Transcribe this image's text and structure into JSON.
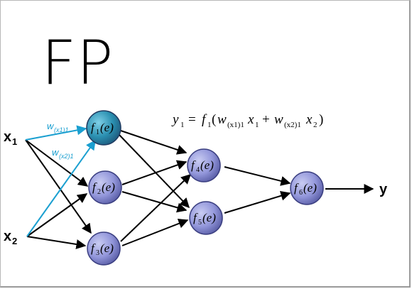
{
  "title": "FP",
  "formula": {
    "lhs": "y",
    "lhs_sub": "1",
    "eq": "=",
    "f": "f",
    "f_sub": "1",
    "open": "(",
    "w1": "w",
    "w1_sub": "(x1)1",
    "x1": "x",
    "x1_sub": "1",
    "plus": "+",
    "w2": "w",
    "w2_sub": "(x2)1",
    "x2": "x",
    "x2_sub": "2",
    "close": ")"
  },
  "inputs": [
    {
      "label": "x",
      "sub": "1"
    },
    {
      "label": "x",
      "sub": "2"
    }
  ],
  "weights": [
    {
      "label": "w",
      "sub": "(x1)1"
    },
    {
      "label": "w",
      "sub": "(x2)1"
    }
  ],
  "nodes": [
    {
      "id": "1",
      "fn": "f",
      "sub": "1",
      "arg": "(e)",
      "color": "#2a8fb0"
    },
    {
      "id": "2",
      "fn": "f",
      "sub": "2",
      "arg": "(e)",
      "color": "#8e93d8"
    },
    {
      "id": "3",
      "fn": "f",
      "sub": "3",
      "arg": "(e)",
      "color": "#8e93d8"
    },
    {
      "id": "4",
      "fn": "f",
      "sub": "4",
      "arg": "(e)",
      "color": "#8e93d8"
    },
    {
      "id": "5",
      "fn": "f",
      "sub": "5",
      "arg": "(e)",
      "color": "#8e93d8"
    },
    {
      "id": "6",
      "fn": "f",
      "sub": "6",
      "arg": "(e)",
      "color": "#8e93d8"
    }
  ],
  "output": {
    "label": "y"
  },
  "colors": {
    "highlight": "#1a9fd0",
    "edge": "#000000",
    "node": "#8e93d8",
    "node_active": "#2a8fb0"
  }
}
